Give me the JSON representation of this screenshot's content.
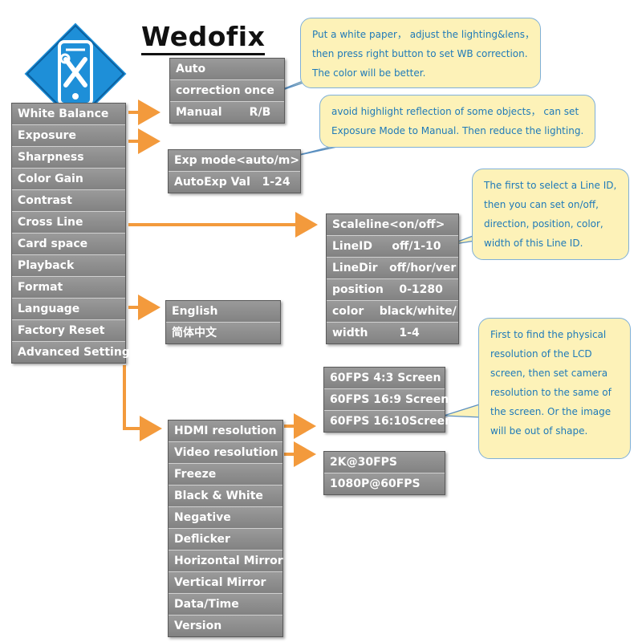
{
  "brand": {
    "name": "Wedofix",
    "logo_icon": "phone-tools-icon",
    "accent": "#1e8fd8"
  },
  "main_menu": [
    "White Balance",
    "Exposure",
    "Sharpness",
    "Color Gain",
    "Contrast",
    "Cross Line",
    "Card space",
    "Playback",
    "Format",
    "Language",
    "Factory Reset",
    "Advanced Setting"
  ],
  "wb_menu": [
    "Auto",
    "correction once",
    "Manual       R/B"
  ],
  "exposure_menu": [
    "Exp mode<auto/m>",
    "AutoExp Val   1-24"
  ],
  "crossline_menu": [
    "Scaleline<on/off>",
    "LineID     off/1-10",
    "LineDir   off/hor/ver",
    "position    0-1280",
    "color    black/white/",
    "width        1-4"
  ],
  "language_menu": [
    "English",
    "简体中文"
  ],
  "advanced_menu": [
    "HDMI resolution",
    "Video resolution",
    "Freeze",
    "Black & White",
    "Negative",
    "Deflicker",
    "Horizontal Mirror",
    "Vertical Mirror",
    "Data/Time",
    "Version"
  ],
  "hdmi_menu": [
    "60FPS 4:3 Screen",
    "60FPS 16:9 Screen",
    "60FPS 16:10Screen"
  ],
  "video_menu": [
    "2K@30FPS",
    "1080P@60FPS"
  ],
  "callouts": {
    "wb": [
      "Put a white paper， adjust the lighting&lens，",
      "then press right button to set WB correction.",
      "The color will be better."
    ],
    "exposure": [
      "avoid highlight reflection of some objects， can set",
      "Exposure Mode to Manual. Then reduce the lighting."
    ],
    "crossline": [
      "The first to select a Line ID,",
      "then you can set on/off,",
      "direction, position, color,",
      "width of this Line ID."
    ],
    "hdmi": [
      "First to find the physical",
      "resolution of the LCD",
      "screen, then set camera",
      "resolution to the same of",
      "the screen. Or the image",
      "will be out of shape."
    ]
  },
  "colors": {
    "menu_fill": "#8c8c8c",
    "arrow": "#f39a3c",
    "callout_fill": "#fdf2b8",
    "callout_text": "#1f7ab8"
  }
}
